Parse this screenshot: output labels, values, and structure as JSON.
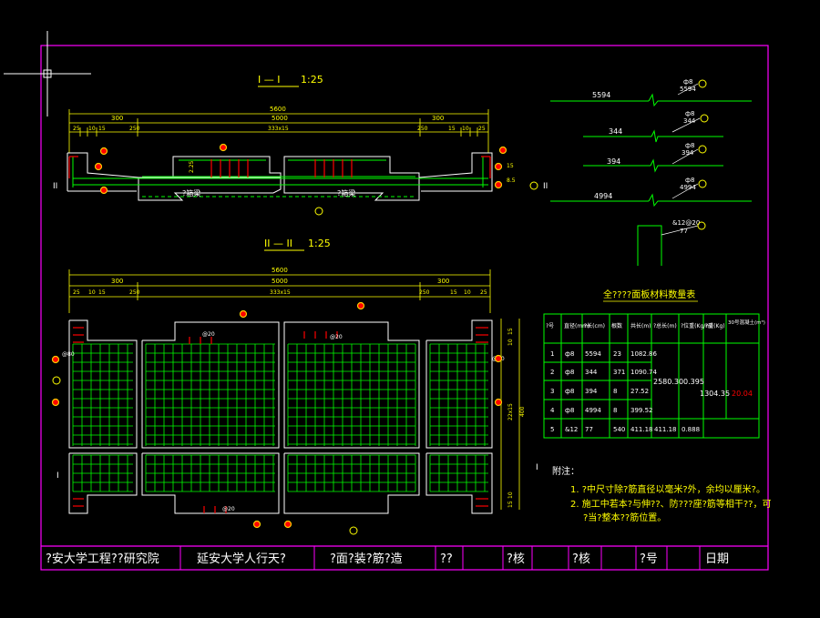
{
  "section1": {
    "title": "I — I",
    "scale": "1:25",
    "dims_top": [
      "5600"
    ],
    "dims_mid": [
      "300",
      "5000",
      "300"
    ],
    "dims_low": [
      "25",
      "10",
      "15",
      "250",
      "333x15",
      "250",
      "15",
      "10",
      "25"
    ],
    "side_dims": [
      "15",
      "8.5"
    ],
    "marker_left": "II",
    "marker_right": "II",
    "beam_label_1": "?箱梁",
    "beam_label_2": "?箱梁",
    "height_label": "2.25"
  },
  "section2": {
    "title": "II — II",
    "scale": "1:25",
    "dims_top": [
      "5600"
    ],
    "dims_mid": [
      "300",
      "5000",
      "300"
    ],
    "dims_low": [
      "25",
      "10",
      "15",
      "250",
      "333x15",
      "250",
      "15",
      "10",
      "25"
    ],
    "right_dims": [
      "15",
      "10",
      "22x15",
      "400",
      "10",
      "15"
    ],
    "spacing_labels": [
      "@20",
      "@20",
      "@20"
    ],
    "marker_left": "I",
    "marker_right": "I",
    "left_tag": "@80",
    "right_tag": "@80"
  },
  "rebars": [
    {
      "id": "1",
      "length": "5594",
      "spec": "ф8",
      "detail": "5594"
    },
    {
      "id": "2",
      "length": "344",
      "spec": "ф8",
      "detail": "344"
    },
    {
      "id": "3",
      "length": "394",
      "spec": "ф8",
      "detail": "394"
    },
    {
      "id": "4",
      "length": "4994",
      "spec": "ф8",
      "detail": "4994"
    },
    {
      "id": "5",
      "spec": "&12@20",
      "detail": "77"
    }
  ],
  "table": {
    "title": "全????面板材料数量表",
    "headers": [
      "?号",
      "直径(mm)",
      "?长(cm)",
      "根数",
      "共长(m)",
      "?总长(m)",
      "?位重(Kg/m)",
      "?重(Kg)",
      "30号混凝土(m³)"
    ],
    "rows": [
      [
        "1",
        "ф8",
        "5594",
        "23",
        "1082.86"
      ],
      [
        "2",
        "ф8",
        "344",
        "371",
        "1090.74"
      ],
      [
        "3",
        "ф8",
        "394",
        "8",
        "27.52"
      ],
      [
        "4",
        "ф8",
        "4994",
        "8",
        "399.52"
      ],
      [
        "5",
        "&12",
        "77",
        "540",
        "411.18",
        "411.18",
        "0.888"
      ]
    ],
    "merged_total_length": "2580.30",
    "merged_unit_weight": "0.395",
    "merged_weight": "1304.35",
    "concrete": "20.04"
  },
  "notes": {
    "heading": "附注：",
    "items": [
      "1. ?中尺寸除?筋直径以毫米?外，余均以厘米?。",
      "2. 施工中若本?与伸??、防???座?筋等相干??，可",
      "?当?整本??筋位置。"
    ]
  },
  "title_block": {
    "org": "?安大学工程??研究院",
    "project": "延安大学人行天?",
    "drawing": "?面?装?筋?造",
    "cell_design": "??",
    "cell_check": "?核",
    "cell_review": "?核",
    "cell_number": "?号",
    "cell_date": "日期"
  },
  "colors": {
    "frame": "#ff00ff",
    "dimension": "#ffff00",
    "rebar": "#00ff00",
    "concrete": "#ffffff",
    "accent": "#ff0000",
    "marker": "#ffcc00"
  }
}
